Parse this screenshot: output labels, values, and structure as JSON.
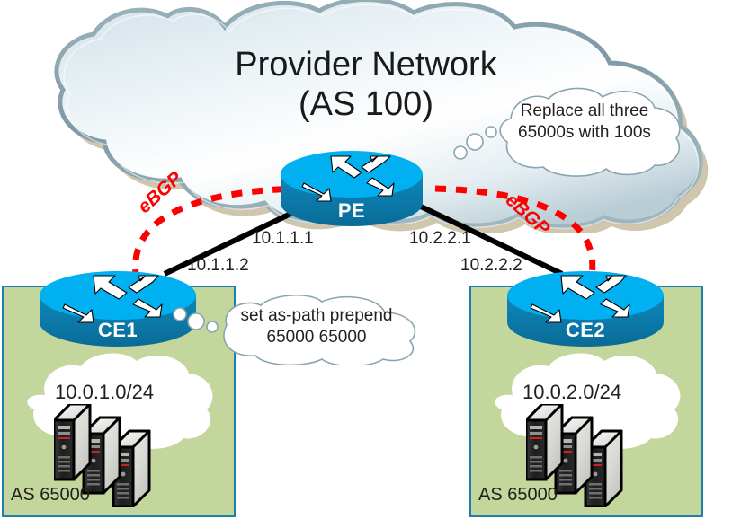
{
  "diagram": {
    "title": "BGP AS-path prepend topology",
    "colors": {
      "as_box_fill": "#c3d69b",
      "as_box_border": "#1f7fae",
      "router_top": "#00b0f0",
      "router_body": "#0b78a8",
      "ebgp_red": "#ff0000",
      "link_black": "#000000",
      "cloud_white": "#ffffff",
      "provider_cloud_edge": "#8ba6b1",
      "provider_cloud_shadow": "#c8bfa4",
      "callout_outline": "#8aa4b0"
    }
  },
  "provider_cloud": {
    "title_line1": "Provider Network",
    "title_line2": "(AS 100)"
  },
  "routers": {
    "pe": {
      "label": "PE"
    },
    "ce1": {
      "label": "CE1"
    },
    "ce2": {
      "label": "CE2"
    }
  },
  "links": {
    "pe_ce1": {
      "pe_ip": "10.1.1.1",
      "ce_ip": "10.1.1.2",
      "protocol_label": "eBGP"
    },
    "pe_ce2": {
      "pe_ip": "10.2.2.1",
      "ce_ip": "10.2.2.2",
      "protocol_label": "eBGP"
    }
  },
  "sites": {
    "left": {
      "as_label": "AS 65000",
      "subnet": "10.0.1.0/24"
    },
    "right": {
      "as_label": "AS 65000",
      "subnet": "10.0.2.0/24"
    }
  },
  "callouts": {
    "replace": {
      "line1": "Replace all three",
      "line2": "65000s with 100s"
    },
    "prepend": {
      "line1": "set as-path prepend",
      "line2": "65000 65000"
    }
  },
  "icons": {
    "router": "router-icon",
    "server_stack": "server-stack-icon",
    "cloud": "cloud-icon",
    "callout": "thought-bubble-icon"
  }
}
